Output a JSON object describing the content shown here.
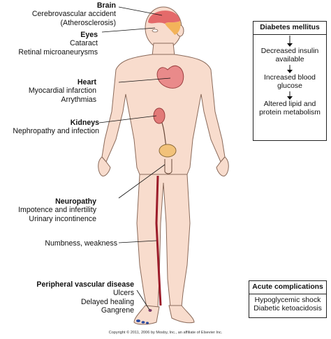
{
  "labels": {
    "brain": {
      "title": "Brain",
      "lines": [
        "Cerebrovascular accident",
        "(Atherosclerosis)"
      ]
    },
    "eyes": {
      "title": "Eyes",
      "lines": [
        "Cataract",
        "Retinal microaneurysms"
      ]
    },
    "heart": {
      "title": "Heart",
      "lines": [
        "Myocardial infarction",
        "Arrythmias"
      ]
    },
    "kidneys": {
      "title": "Kidneys",
      "lines": [
        "Nephropathy and infection"
      ]
    },
    "neuropathy": {
      "title": "Neuropathy",
      "lines": [
        "Impotence and infertility",
        "Urinary incontinence"
      ]
    },
    "numbness": {
      "title": "",
      "lines": [
        "Numbness, weakness"
      ]
    },
    "pvd": {
      "title": "Peripheral vascular disease",
      "lines": [
        "Ulcers",
        "Delayed healing",
        "Gangrene"
      ]
    }
  },
  "diabetes_box": {
    "title": "Diabetes mellitus",
    "steps": [
      "Decreased insulin available",
      "Increased blood glucose",
      "Altered lipid and protein metabolism"
    ]
  },
  "acute_box": {
    "title": "Acute complications",
    "lines": [
      "Hypoglycemic shock",
      "Diabetic ketoacidosis"
    ]
  },
  "copyright": "Copyright © 2011, 2006 by Mosby, Inc., an affiliate of Elsevier Inc.",
  "colors": {
    "skin": "#f8dccd",
    "skin_outline": "#8a6a5a",
    "brain_red": "#e46a6a",
    "brain_orange": "#f3b35a",
    "heart": "#e98a8a",
    "kidney": "#e27a78",
    "bladder": "#f2c27a",
    "vessel": "#9c1c2a",
    "toenail": "#2a4aa0"
  }
}
